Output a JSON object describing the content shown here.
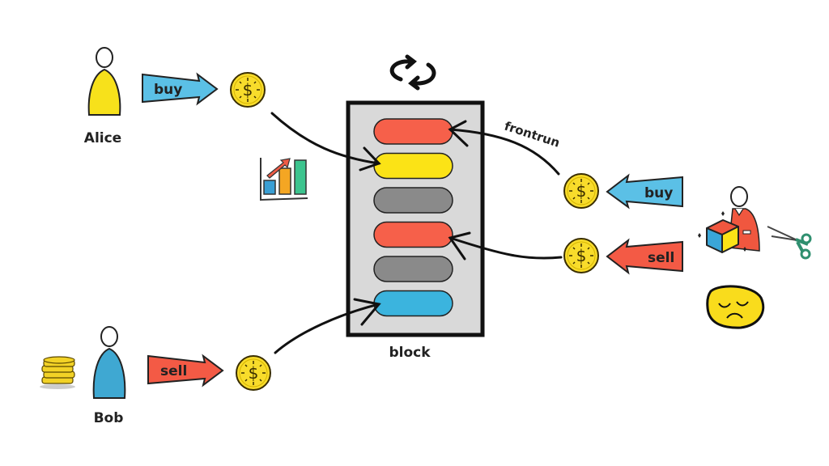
{
  "actors": {
    "alice": {
      "name": "Alice",
      "action": "buy",
      "color": "#f7e11b"
    },
    "bob": {
      "name": "Bob",
      "action": "sell",
      "color": "#3fa8d2"
    },
    "attacker": {
      "buy_label": "buy",
      "sell_label": "sell",
      "color": "#f0573f"
    }
  },
  "block": {
    "label": "block",
    "background": "#d9d9d9",
    "transactions": [
      {
        "slot": 1,
        "color": "#f6604a",
        "source": "attacker-buy"
      },
      {
        "slot": 2,
        "color": "#fbe316",
        "source": "alice-buy"
      },
      {
        "slot": 3,
        "color": "#8a8a8a",
        "source": "other"
      },
      {
        "slot": 4,
        "color": "#f6604a",
        "source": "attacker-sell"
      },
      {
        "slot": 5,
        "color": "#8a8a8a",
        "source": "other"
      },
      {
        "slot": 6,
        "color": "#3bb4de",
        "source": "bob-sell"
      }
    ]
  },
  "annotations": {
    "frontrun": "frontrun"
  },
  "colors": {
    "buy_arrow": "#5bc0e6",
    "sell_arrow": "#f35a45",
    "coin": "#f8dc2b"
  }
}
